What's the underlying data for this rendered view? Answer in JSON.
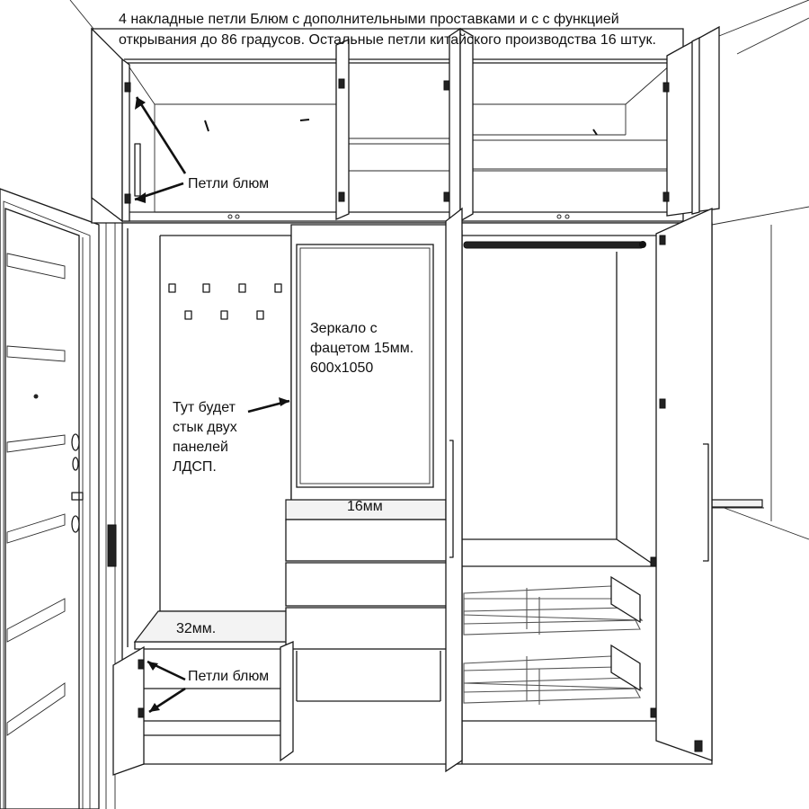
{
  "header": {
    "line1": "4 накладные петли Блюм с дополнительными проставками и с с функцией",
    "line2": "открывания до 86 градусов. Остальные петли китайского производства 16 штук."
  },
  "labels": {
    "hinges_top": "Петли блюм",
    "hinges_bottom": "Петли блюм",
    "mirror_line1": "Зеркало с",
    "mirror_line2": "фацетом 15мм.",
    "mirror_line3": "600х1050",
    "joint_line1": "Тут будет",
    "joint_line2": "стык двух",
    "joint_line3": "панелей",
    "joint_line4": "ЛДСП.",
    "thickness_16": "16мм",
    "thickness_32": "32мм."
  }
}
